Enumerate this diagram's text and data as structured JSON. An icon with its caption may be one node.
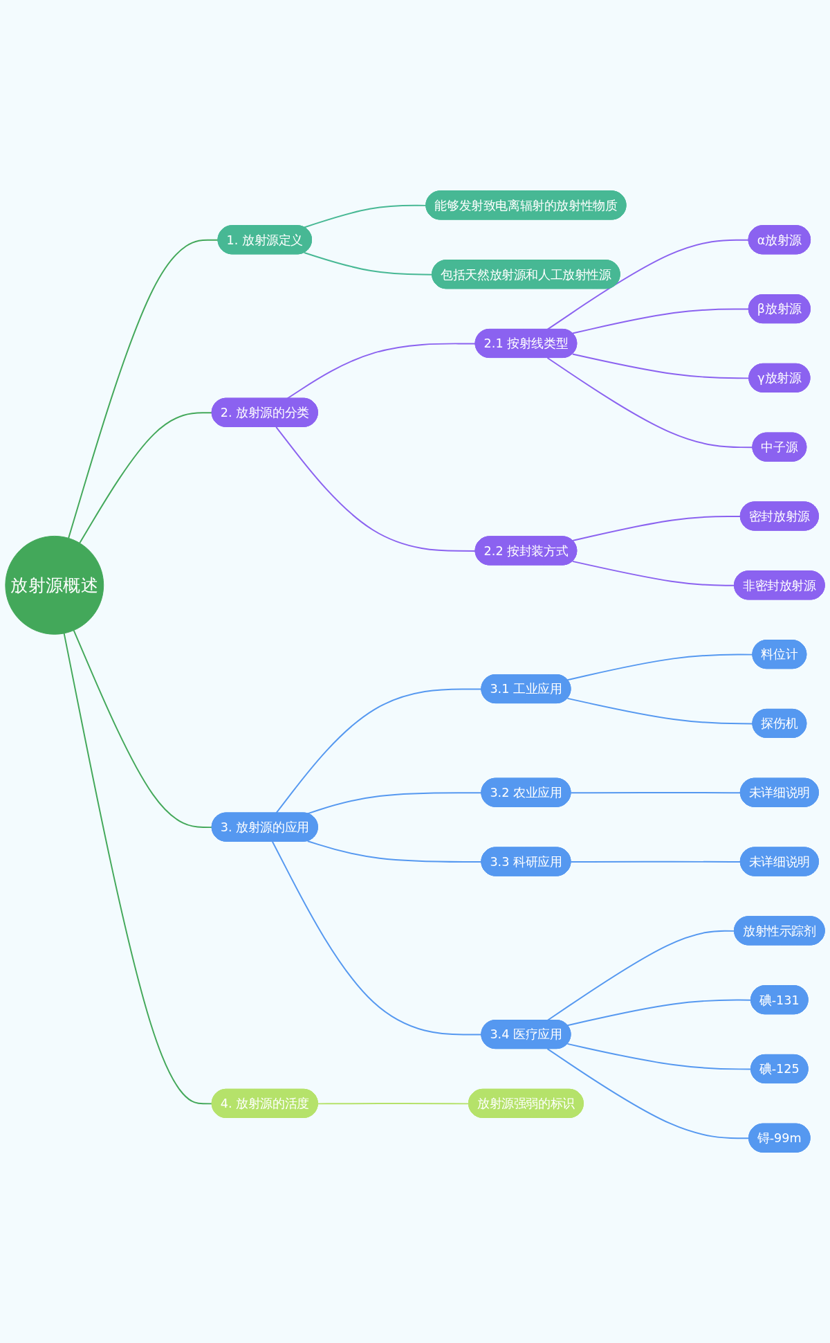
{
  "diagram": {
    "nodes": [
      {
        "text": [
          "放射源概述"
        ]
      },
      {
        "text": [
          "1. 放射源定义"
        ]
      },
      {
        "text": [
          "能够发射致电离辐射的放射性物质"
        ]
      },
      {
        "text": [
          "包括天然放射源和人工放射性源"
        ]
      },
      {
        "text": [
          "2. 放射源的分类"
        ]
      },
      {
        "text": [
          "2.1 按射线类型"
        ]
      },
      {
        "text": [
          "α放射源"
        ]
      },
      {
        "text": [
          "β放射源"
        ]
      },
      {
        "text": [
          "γ放射源"
        ]
      },
      {
        "text": [
          "中子源"
        ]
      },
      {
        "text": [
          "2.2 按封装方式"
        ]
      },
      {
        "text": [
          "密封放射源"
        ]
      },
      {
        "text": [
          "非密封放射源"
        ]
      },
      {
        "text": [
          "3. 放射源的应用"
        ]
      },
      {
        "text": [
          "3.1 工业应用"
        ]
      },
      {
        "text": [
          "料位计"
        ]
      },
      {
        "text": [
          "探伤机"
        ]
      },
      {
        "text": [
          "3.2 农业应用"
        ]
      },
      {
        "text": [
          "未详细说明"
        ]
      },
      {
        "text": [
          "3.3 科研应用"
        ]
      },
      {
        "text": [
          "未详细说明"
        ]
      },
      {
        "text": [
          "3.4 医疗应用"
        ]
      },
      {
        "text": [
          "放射性示踪剂"
        ]
      },
      {
        "text": [
          "碘-131"
        ]
      },
      {
        "text": [
          "碘-125"
        ]
      },
      {
        "text": [
          "锝-99m"
        ]
      },
      {
        "text": [
          "4. 放射源的活度"
        ]
      },
      {
        "text": [
          "放射源强弱的标识"
        ]
      }
    ],
    "edges": [
      {
        "from": 0,
        "to": 1,
        "arrow": "none",
        "color": "#43a85a"
      },
      {
        "from": 1,
        "to": 2,
        "arrow": "none",
        "color": "#47b894"
      },
      {
        "from": 1,
        "to": 3,
        "arrow": "none",
        "color": "#47b894"
      },
      {
        "from": 0,
        "to": 4,
        "arrow": "none",
        "color": "#43a85a"
      },
      {
        "from": 4,
        "to": 5,
        "arrow": "none",
        "color": "#8b62f0"
      },
      {
        "from": 5,
        "to": 6,
        "arrow": "none",
        "color": "#8b62f0"
      },
      {
        "from": 5,
        "to": 7,
        "arrow": "none",
        "color": "#8b62f0"
      },
      {
        "from": 5,
        "to": 8,
        "arrow": "none",
        "color": "#8b62f0"
      },
      {
        "from": 5,
        "to": 9,
        "arrow": "none",
        "color": "#8b62f0"
      },
      {
        "from": 4,
        "to": 10,
        "arrow": "none",
        "color": "#8b62f0"
      },
      {
        "from": 10,
        "to": 11,
        "arrow": "none",
        "color": "#8b62f0"
      },
      {
        "from": 10,
        "to": 12,
        "arrow": "none",
        "color": "#8b62f0"
      },
      {
        "from": 0,
        "to": 13,
        "arrow": "none",
        "color": "#43a85a"
      },
      {
        "from": 13,
        "to": 14,
        "arrow": "none",
        "color": "#5598f0"
      },
      {
        "from": 14,
        "to": 15,
        "arrow": "none",
        "color": "#5598f0"
      },
      {
        "from": 14,
        "to": 16,
        "arrow": "none",
        "color": "#5598f0"
      },
      {
        "from": 13,
        "to": 17,
        "arrow": "none",
        "color": "#5598f0"
      },
      {
        "from": 17,
        "to": 18,
        "arrow": "none",
        "color": "#5598f0"
      },
      {
        "from": 13,
        "to": 19,
        "arrow": "none",
        "color": "#5598f0"
      },
      {
        "from": 19,
        "to": 20,
        "arrow": "none",
        "color": "#5598f0"
      },
      {
        "from": 13,
        "to": 21,
        "arrow": "none",
        "color": "#5598f0"
      },
      {
        "from": 21,
        "to": 22,
        "arrow": "none",
        "color": "#5598f0"
      },
      {
        "from": 21,
        "to": 23,
        "arrow": "none",
        "color": "#5598f0"
      },
      {
        "from": 21,
        "to": 24,
        "arrow": "none",
        "color": "#5598f0"
      },
      {
        "from": 21,
        "to": 25,
        "arrow": "none",
        "color": "#5598f0"
      },
      {
        "from": 0,
        "to": 26,
        "arrow": "none",
        "color": "#43a85a"
      },
      {
        "from": 26,
        "to": 27,
        "arrow": "none",
        "color": "#b5e26a"
      }
    ]
  }
}
